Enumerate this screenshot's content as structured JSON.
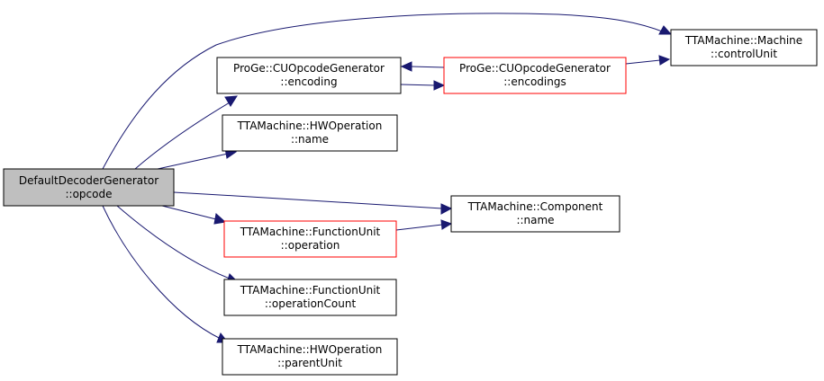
{
  "graph": {
    "colors": {
      "edge": "#191970",
      "node_border": "#000000",
      "highlight_border": "#ff0000",
      "root_fill": "#bfbfbf",
      "node_fill": "#ffffff"
    },
    "nodes": {
      "default_decoder_generator_opcode": {
        "line1": "DefaultDecoderGenerator",
        "line2": "::opcode"
      },
      "cu_opcode_generator_encoding": {
        "line1": "ProGe::CUOpcodeGenerator",
        "line2": "::encoding"
      },
      "cu_opcode_generator_encodings": {
        "line1": "ProGe::CUOpcodeGenerator",
        "line2": "::encodings"
      },
      "machine_control_unit": {
        "line1": "TTAMachine::Machine",
        "line2": "::controlUnit"
      },
      "hw_operation_name": {
        "line1": "TTAMachine::HWOperation",
        "line2": "::name"
      },
      "component_name": {
        "line1": "TTAMachine::Component",
        "line2": "::name"
      },
      "function_unit_operation": {
        "line1": "TTAMachine::FunctionUnit",
        "line2": "::operation"
      },
      "function_unit_operation_count": {
        "line1": "TTAMachine::FunctionUnit",
        "line2": "::operationCount"
      },
      "hw_operation_parent_unit": {
        "line1": "TTAMachine::HWOperation",
        "line2": "::parentUnit"
      }
    }
  }
}
